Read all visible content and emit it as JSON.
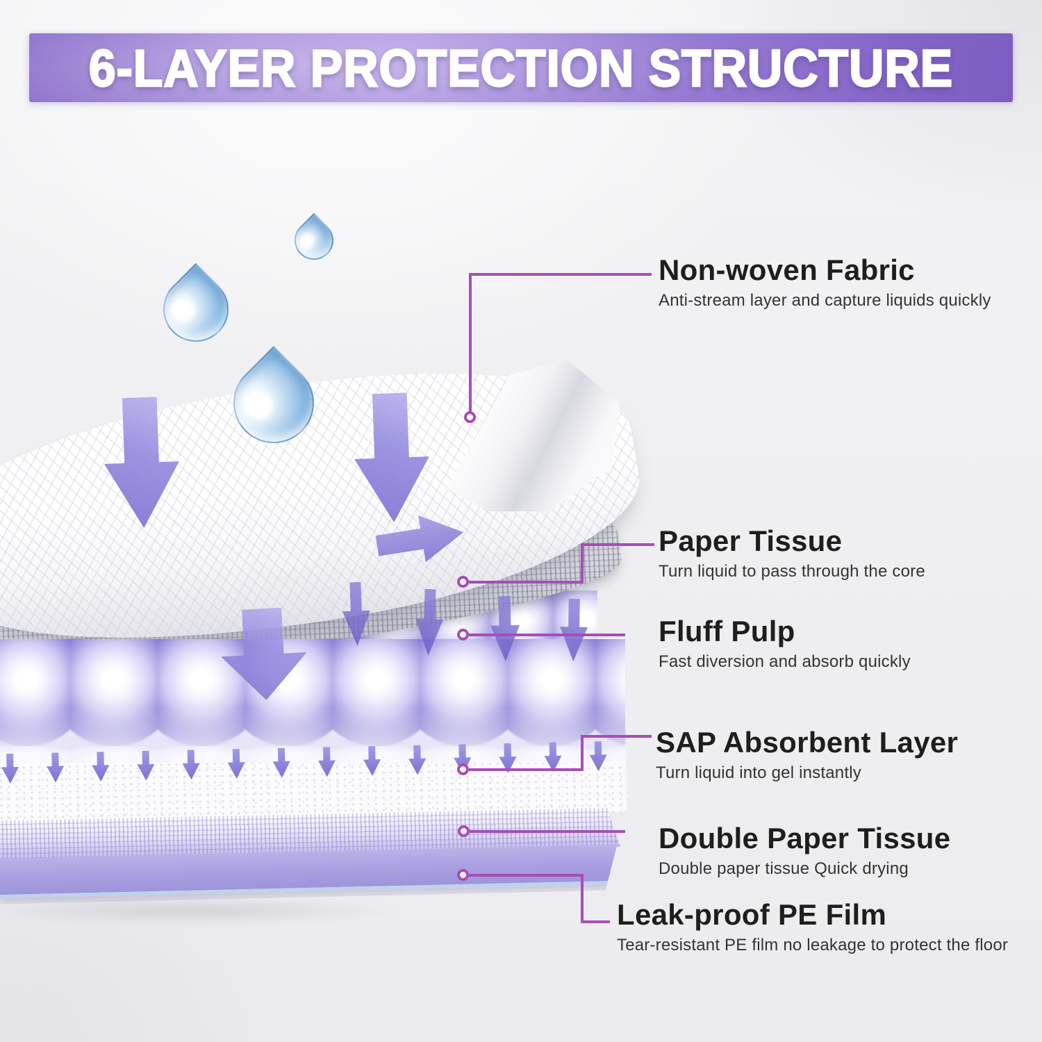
{
  "title": "6-LAYER PROTECTION STRUCTURE",
  "callouts": [
    {
      "id": "non-woven-fabric",
      "heading": "Non-woven Fabric",
      "desc": "Anti-stream layer and capture liquids quickly"
    },
    {
      "id": "paper-tissue",
      "heading": "Paper Tissue",
      "desc": "Turn liquid to pass through the core"
    },
    {
      "id": "fluff-pulp",
      "heading": "Fluff Pulp",
      "desc": "Fast diversion and absorb quickly"
    },
    {
      "id": "sap-absorbent-layer",
      "heading": "SAP Absorbent Layer",
      "desc": "Turn liquid into gel instantly"
    },
    {
      "id": "double-paper-tissue",
      "heading": "Double Paper Tissue",
      "desc": "Double paper tissue Quick drying"
    },
    {
      "id": "leak-proof-pe-film",
      "heading": "Leak-proof PE Film",
      "desc": "Tear-resistant PE film no leakage to protect the floor"
    }
  ],
  "illustration": {
    "droplet_count": 3,
    "icons": [
      "water-droplet-icon",
      "down-arrow-icon",
      "right-arrow-icon",
      "callout-dot"
    ],
    "layers": [
      "non-woven-fabric",
      "paper-tissue",
      "fluff-pulp",
      "sap-absorbent",
      "double-paper-tissue",
      "pe-film"
    ]
  },
  "colors": {
    "banner_purple": "#9278d2",
    "banner_purple_light": "#b29ce2",
    "callout_line": "#a84db8",
    "arrow_lavender": "#8a80da",
    "droplet_blue": "#5f9dd3",
    "pe_film_lavender": "#a89ee0",
    "heading_text": "#1e1e1e",
    "body_text": "#333333",
    "background": "#efeff1"
  }
}
